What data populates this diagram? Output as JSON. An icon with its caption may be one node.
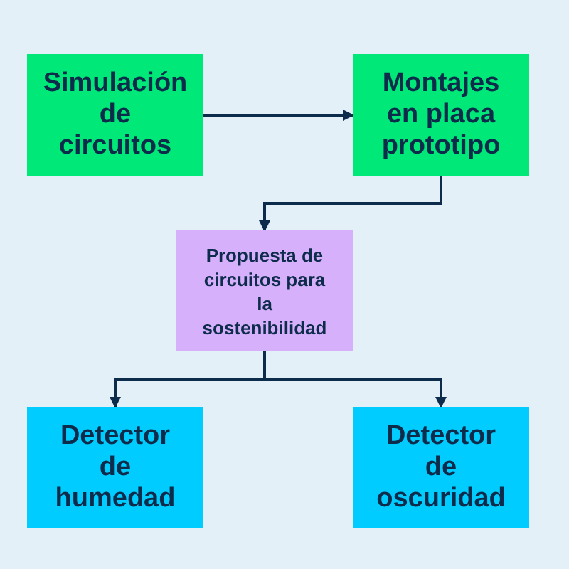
{
  "diagram": {
    "nodes": [
      {
        "text": [
          "Simulación de circuitos"
        ]
      },
      {
        "text": [
          "Montajes en placa prototipo"
        ]
      },
      {
        "text": [
          "Propuesta de circuitos para la sostenibilidad"
        ]
      },
      {
        "text": [
          "Detector de humedad"
        ]
      },
      {
        "text": [
          "Detector de oscuridad"
        ]
      }
    ],
    "edges": [
      {
        "from": 0,
        "to": 1,
        "arrow": "to"
      },
      {
        "from": 1,
        "to": 2,
        "arrow": "to"
      },
      {
        "from": 2,
        "to": 3,
        "arrow": "to"
      },
      {
        "from": 2,
        "to": 4,
        "arrow": "to"
      }
    ]
  }
}
